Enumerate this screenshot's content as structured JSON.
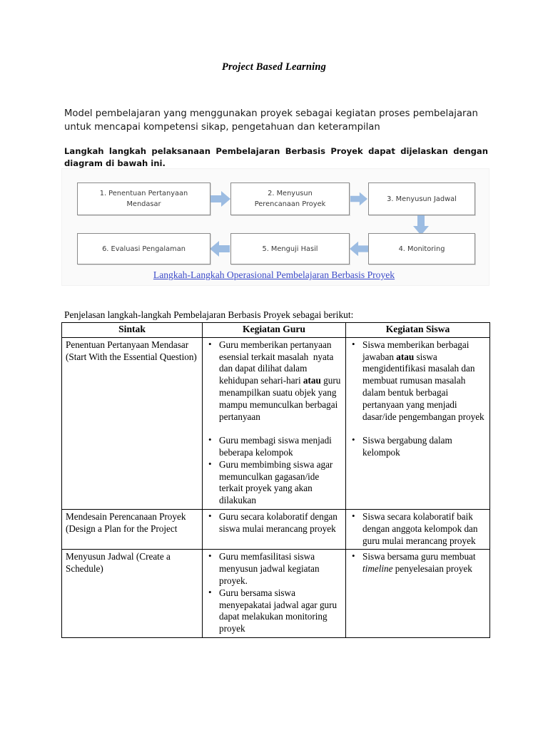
{
  "document": {
    "title": "Project Based Learning",
    "intro_paragraph": "Model pembelajaran yang menggunakan proyek sebagai kegiatan proses pembelajaran untuk mencapai kompetensi sikap, pengetahuan dan keterampilan",
    "lead_bold": "Langkah langkah pelaksanaan Pembelajaran Berbasis Proyek dapat dijelaskan dengan diagram di bawah ini.",
    "table_intro": "Penjelasan langkah-langkah Pembelajaran Berbasis Proyek sebagai berikut:"
  },
  "diagram": {
    "caption": "Langkah-Langkah Operasional Pembelajaran Berbasis Proyek",
    "arrow_color": "#9CBCE2",
    "box_border_color": "#8A8A8A",
    "background_color": "#FAFAFA",
    "boxes": [
      {
        "id": "step-1",
        "line1": "1.  Penentuan Pertanyaan",
        "line2": "Mendasar"
      },
      {
        "id": "step-2",
        "line1": "2. Menyusun",
        "line2": "Perencanaan Proyek"
      },
      {
        "id": "step-3",
        "line1": "3. Menyusun Jadwal",
        "line2": ""
      },
      {
        "id": "step-4",
        "line1": "4. Monitoring",
        "line2": ""
      },
      {
        "id": "step-5",
        "line1": "5. Menguji Hasil",
        "line2": ""
      },
      {
        "id": "step-6",
        "line1": "6. Evaluasi Pengalaman",
        "line2": ""
      }
    ]
  },
  "table": {
    "headers": [
      "Sintak",
      "Kegiatan Guru",
      "Kegiatan Siswa"
    ],
    "rows": [
      {
        "sintak": "Penentuan Pertanyaan Mendasar (Start With the Essential Question)",
        "guru": [
          "Guru memberikan pertanyaan esensial terkait masalah  nyata dan dapat dilihat dalam kehidupan sehari-hari atau guru menampilkan suatu objek yang mampu memunculkan berbagai pertanyaan",
          "Guru membagi siswa menjadi beberapa kelompok",
          "Guru membimbing siswa agar memunculkan gagasan/ide terkait proyek yang akan dilakukan"
        ],
        "siswa": [
          "Siswa memberikan berbagai jawaban atau siswa mengidentifikasi masalah dan membuat rumusan masalah dalam bentuk berbagai pertanyaan yang menjadi dasar/ide pengembangan proyek",
          "Siswa bergabung dalam kelompok"
        ]
      },
      {
        "sintak": "Mendesain Perencanaan Proyek (Design a Plan for the Project",
        "guru": [
          "Guru secara kolaboratif dengan siswa mulai merancang proyek"
        ],
        "siswa": [
          "Siswa secara kolaboratif baik dengan anggota kelompok dan guru mulai merancang proyek"
        ]
      },
      {
        "sintak": "Menyusun Jadwal (Create a Schedule)",
        "guru": [
          "Guru memfasilitasi siswa menyusun jadwal kegiatan proyek.",
          "Guru bersama siswa menyepakatai jadwal agar guru dapat melakukan monitoring proyek"
        ],
        "siswa": [
          "Siswa bersama guru membuat timeline penyelesaian proyek"
        ]
      }
    ]
  }
}
